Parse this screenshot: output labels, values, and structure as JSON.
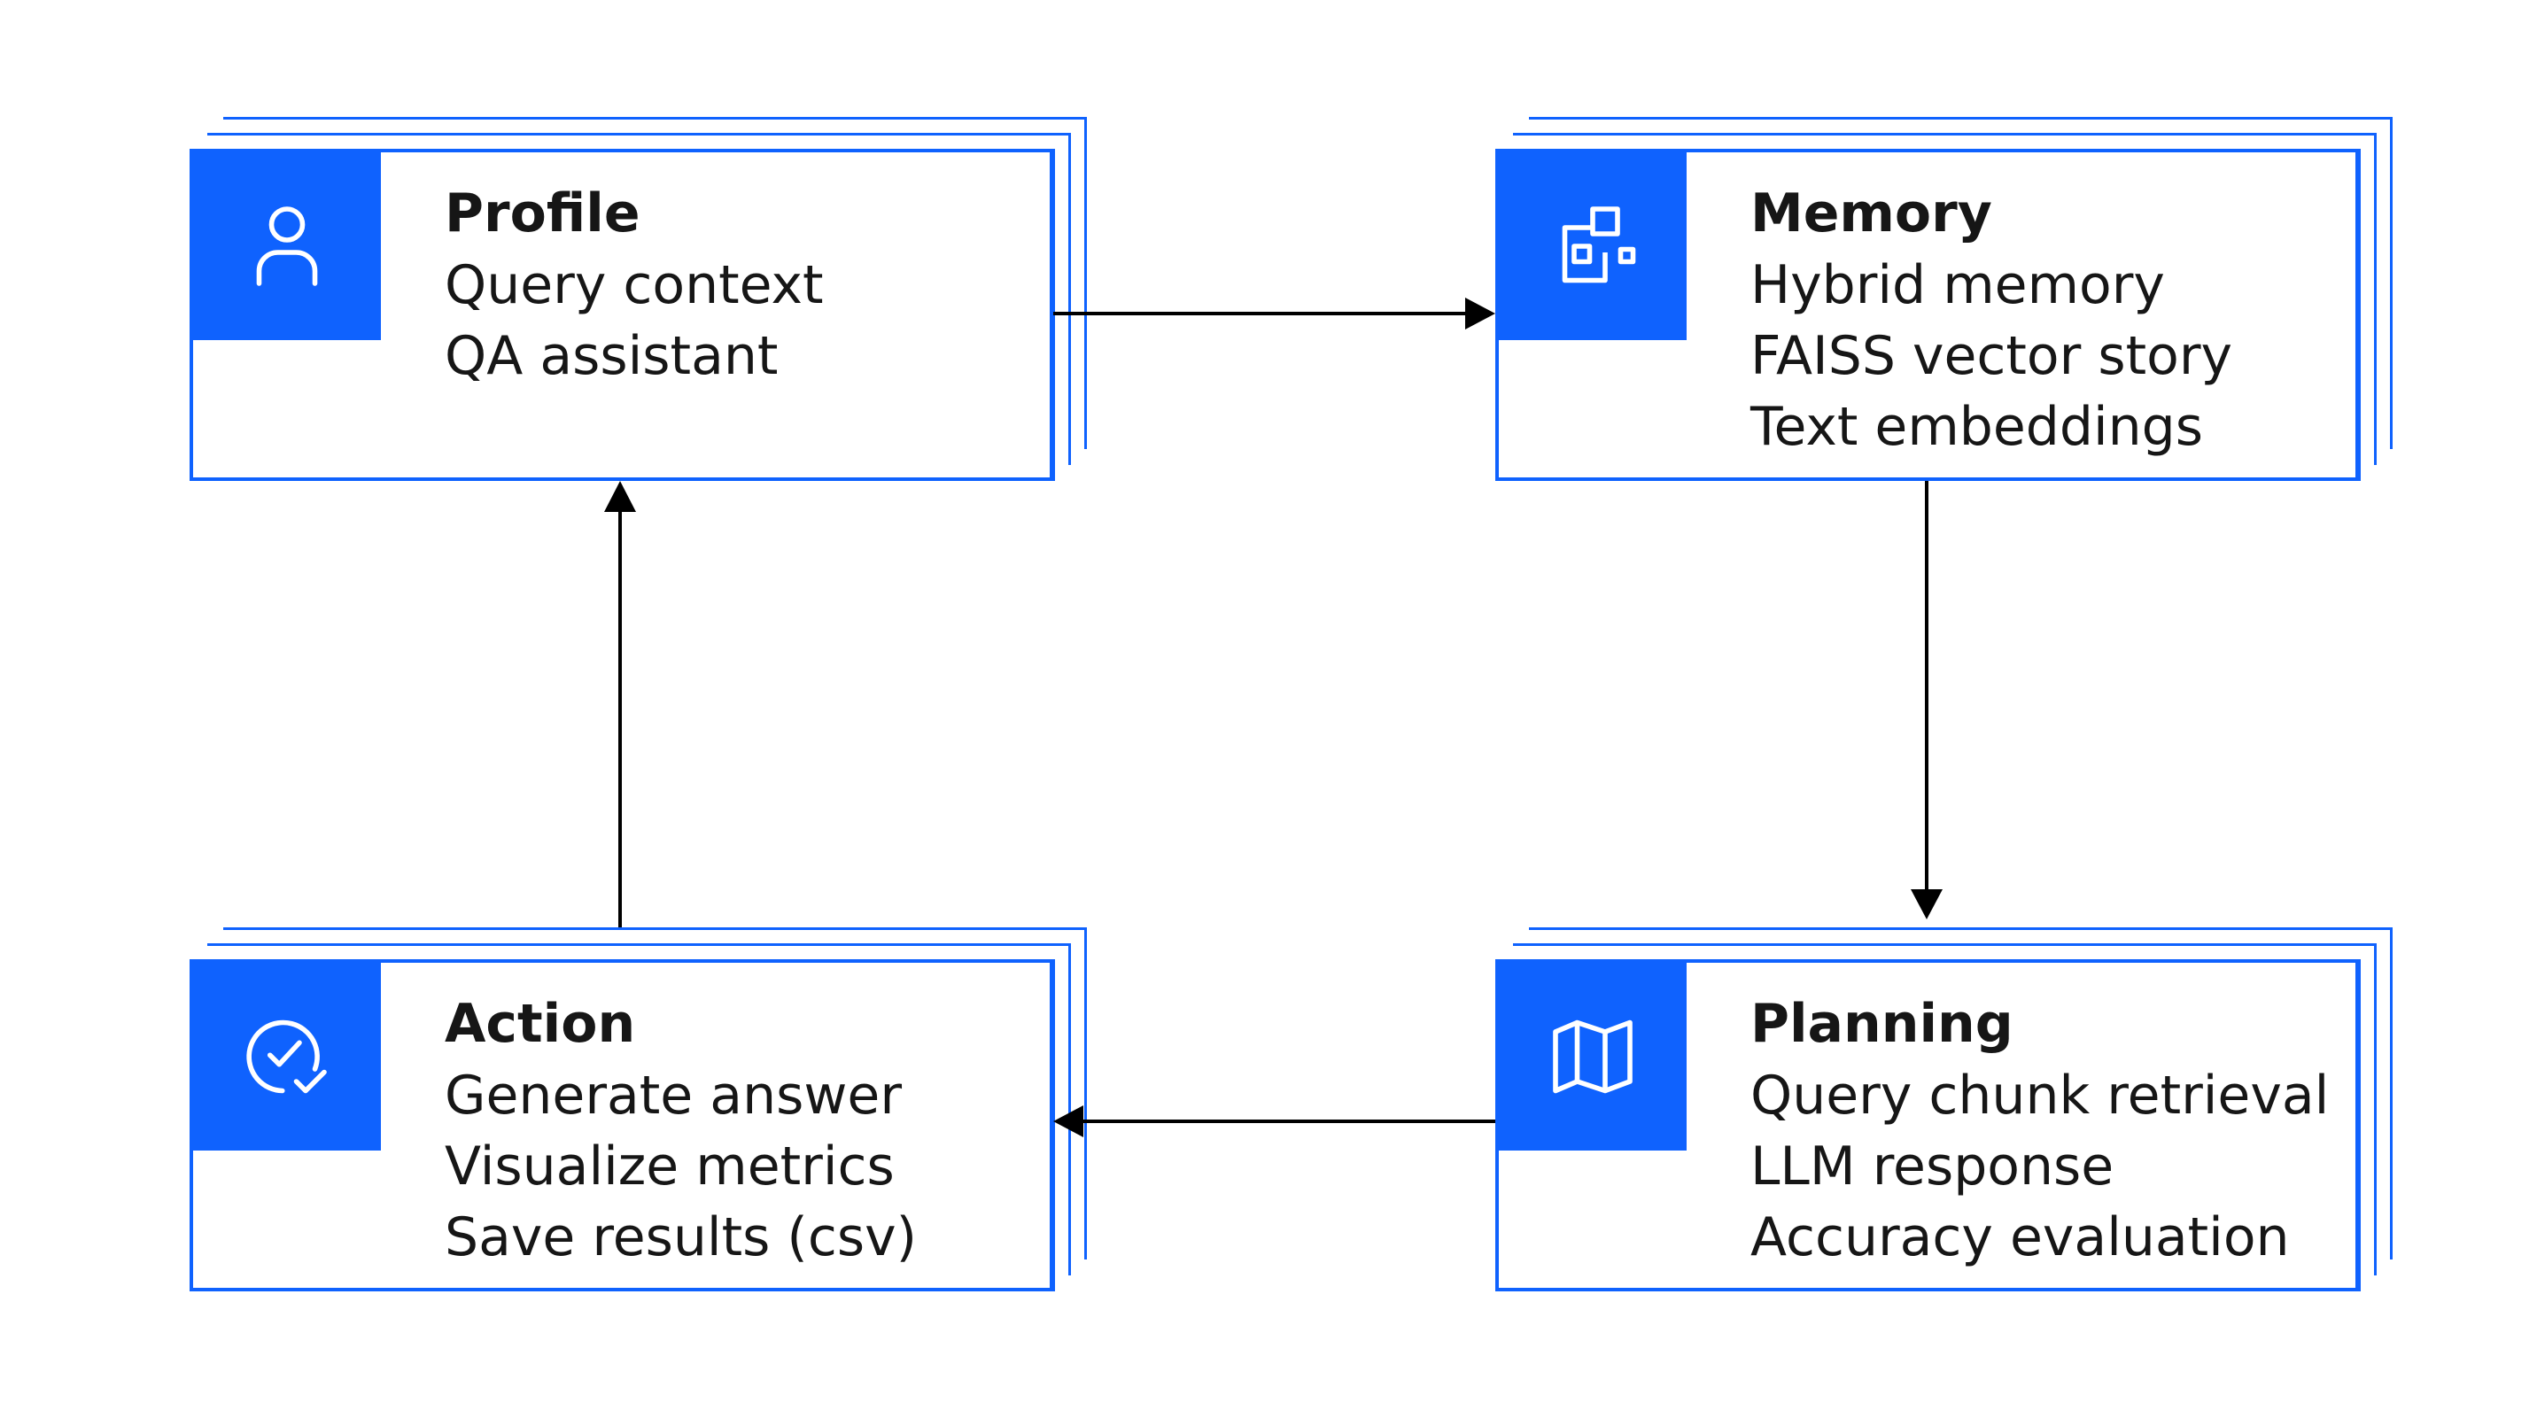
{
  "colors": {
    "accent": "#0f62fe",
    "text": "#161616",
    "arrow": "#000000",
    "background": "#ffffff"
  },
  "cards": {
    "profile": {
      "icon": "user-icon",
      "title": "Profile",
      "lines": [
        "Query context",
        "QA assistant"
      ]
    },
    "memory": {
      "icon": "memory-blocks-icon",
      "title": "Memory",
      "lines": [
        "Hybrid memory",
        "FAISS vector story",
        "Text embeddings"
      ]
    },
    "planning": {
      "icon": "map-icon",
      "title": "Planning",
      "lines": [
        "Query chunk retrieval",
        "LLM response",
        "Accuracy evaluation"
      ]
    },
    "action": {
      "icon": "checkmark-circle-icon",
      "title": "Action",
      "lines": [
        "Generate answer",
        "Visualize metrics",
        "Save results (csv)"
      ]
    }
  },
  "connections": [
    {
      "from": "profile",
      "to": "memory"
    },
    {
      "from": "memory",
      "to": "planning"
    },
    {
      "from": "planning",
      "to": "action"
    },
    {
      "from": "action",
      "to": "profile"
    }
  ]
}
